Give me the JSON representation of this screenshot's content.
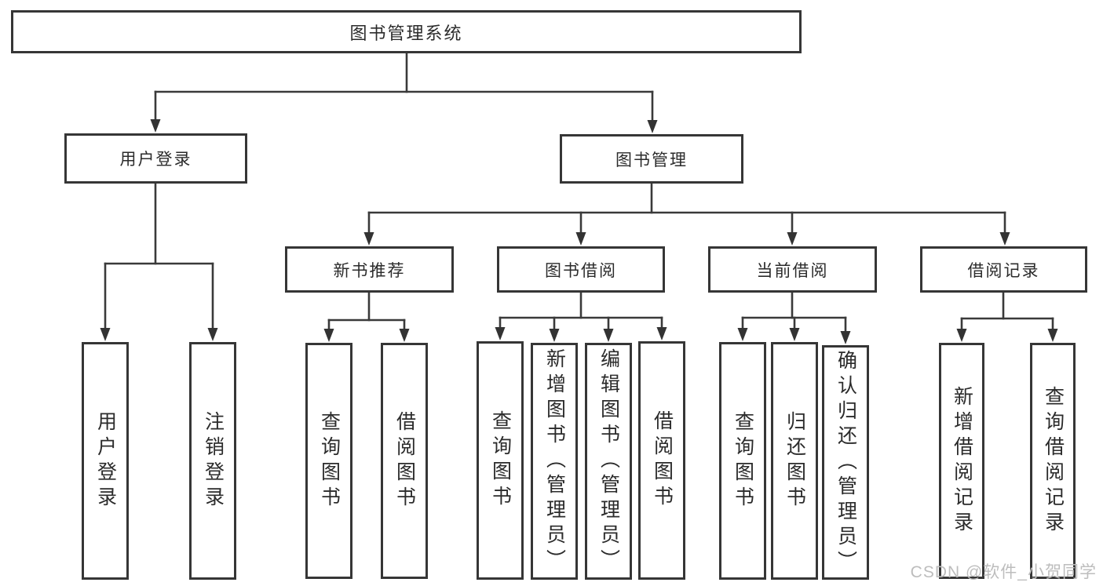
{
  "diagram": {
    "title": "图书管理系统",
    "watermark": "CSDN @软件_小贺同学",
    "colors": {
      "line": "#3a3a3a",
      "box_border": "#363636",
      "text": "#2b2b2b",
      "background": "#ffffff",
      "watermark": "#bdbdbd"
    },
    "nodes": {
      "root": {
        "label": "图书管理系统"
      },
      "level2": [
        {
          "id": "user-login",
          "label": "用户登录",
          "parent": "root"
        },
        {
          "id": "book-management",
          "label": "图书管理",
          "parent": "root"
        }
      ],
      "level3": [
        {
          "id": "new-book-recommend",
          "label": "新书推荐",
          "parent": "book-management"
        },
        {
          "id": "book-borrowing",
          "label": "图书借阅",
          "parent": "book-management"
        },
        {
          "id": "current-borrowing",
          "label": "当前借阅",
          "parent": "book-management"
        },
        {
          "id": "borrowing-records",
          "label": "借阅记录",
          "parent": "book-management"
        }
      ],
      "leaves": [
        {
          "id": "user-login-leaf",
          "label": "用户登录",
          "parent": "user-login"
        },
        {
          "id": "logout",
          "label": "注销登录",
          "parent": "user-login"
        },
        {
          "id": "query-books-recommend",
          "label": "查询图书",
          "parent": "new-book-recommend"
        },
        {
          "id": "borrow-books-recommend",
          "label": "借阅图书",
          "parent": "new-book-recommend"
        },
        {
          "id": "query-books-borrowing",
          "label": "查询图书",
          "parent": "book-borrowing"
        },
        {
          "id": "add-books-admin",
          "label": "新增图书（管理员）",
          "parent": "book-borrowing"
        },
        {
          "id": "edit-books-admin",
          "label": "编辑图书（管理员）",
          "parent": "book-borrowing"
        },
        {
          "id": "borrow-books-borrowing",
          "label": "借阅图书",
          "parent": "book-borrowing"
        },
        {
          "id": "query-books-current",
          "label": "查询图书",
          "parent": "current-borrowing"
        },
        {
          "id": "return-books",
          "label": "归还图书",
          "parent": "current-borrowing"
        },
        {
          "id": "confirm-return-admin",
          "label": "确认归还（管理员）",
          "parent": "current-borrowing"
        },
        {
          "id": "add-borrow-record",
          "label": "新增借阅记录",
          "parent": "borrowing-records"
        },
        {
          "id": "query-borrow-record",
          "label": "查询借阅记录",
          "parent": "borrowing-records"
        }
      ]
    }
  }
}
